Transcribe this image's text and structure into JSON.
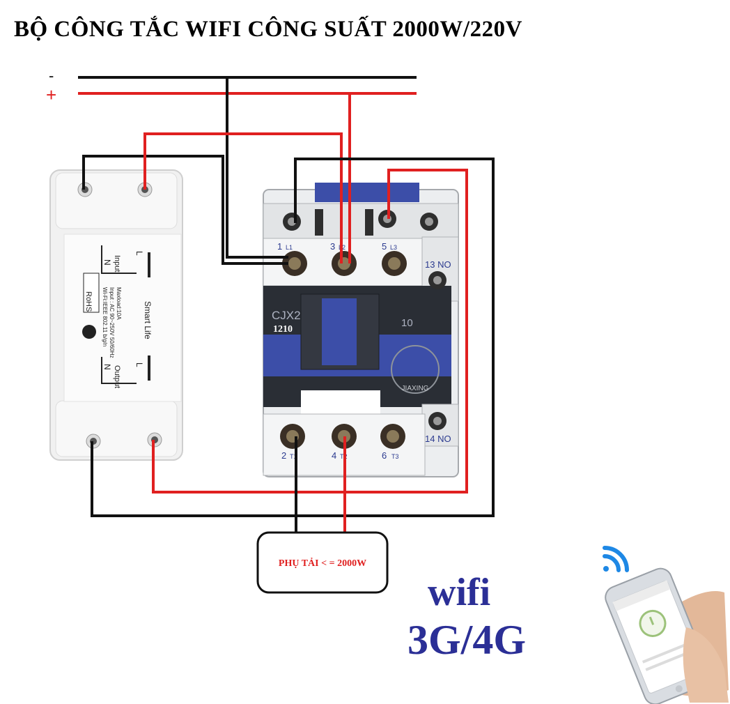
{
  "title": "BỘ CÔNG TẮC WIFI CÔNG SUẤT 2000W/220V",
  "power": {
    "minus": "-",
    "plus": "+"
  },
  "smart_switch": {
    "input": "Input",
    "output": "Output",
    "n": "N",
    "l": "L",
    "rohs": "RoHS",
    "brand": "Smart Life",
    "spec_1": "Wi-Fi:IEEE 802.11 b/g/n",
    "spec_2": "Input : AC 90~250V 50/60Hz",
    "spec_3": "Maxload:10A"
  },
  "contactor": {
    "model": "CJX2",
    "sub_model": "1210",
    "rating": "10",
    "maker": "JIAXING",
    "top_terminals": [
      {
        "num": "1",
        "name": "L1"
      },
      {
        "num": "3",
        "name": "L2"
      },
      {
        "num": "5",
        "name": "L3"
      }
    ],
    "bottom_terminals": [
      {
        "num": "2",
        "name": "T1"
      },
      {
        "num": "4",
        "name": "T2"
      },
      {
        "num": "6",
        "name": "T3"
      }
    ],
    "aux_top": "13 NO",
    "aux_bottom": "14 NO"
  },
  "load_label": "PHỤ TẢI < = 2000W",
  "network": {
    "wifi": "wifi",
    "cellular": "3G/4G"
  },
  "colors": {
    "wire_black": "#111111",
    "wire_red": "#e02020",
    "contactor_body": "#eceef0",
    "contactor_blue": "#3c4ea8",
    "text_blue": "#2b2f96",
    "wifi_icon": "#1e88e5"
  }
}
